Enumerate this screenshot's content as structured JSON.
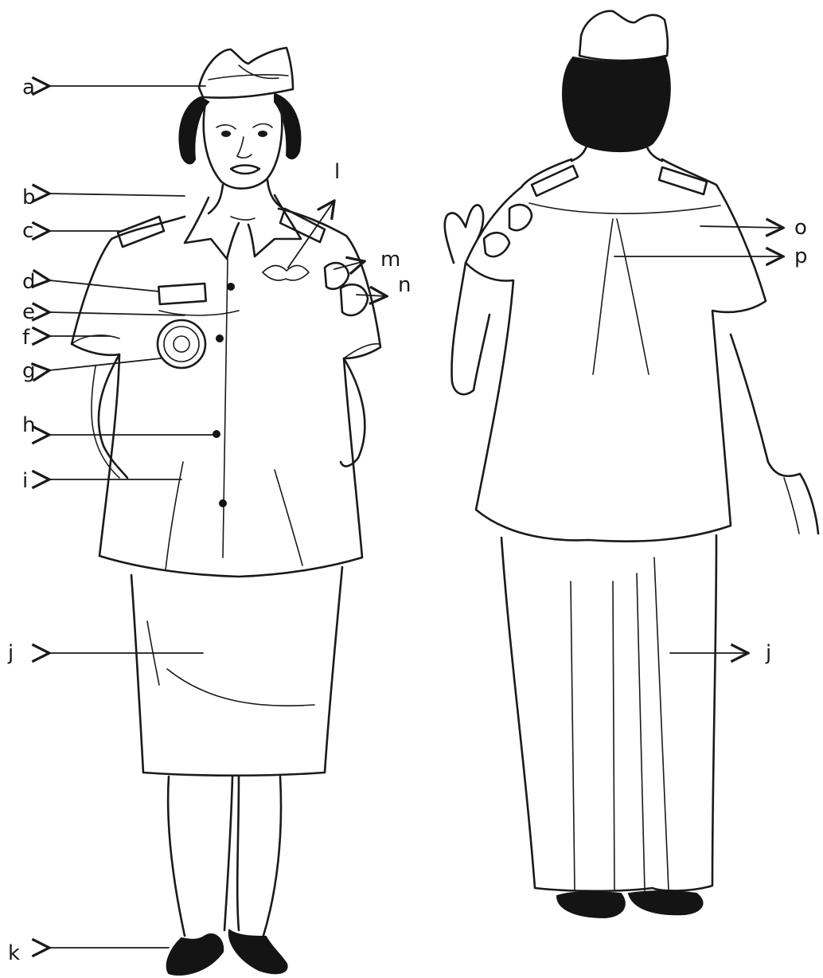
{
  "figure": {
    "labels": {
      "a": "a",
      "b": "b",
      "c": "c",
      "d": "d",
      "e": "e",
      "f": "f",
      "g": "g",
      "h": "h",
      "i": "i",
      "j_front": "j",
      "k": "k",
      "l": "l",
      "m": "m",
      "n": "n",
      "o": "o",
      "p": "p",
      "j_back": "j"
    }
  }
}
